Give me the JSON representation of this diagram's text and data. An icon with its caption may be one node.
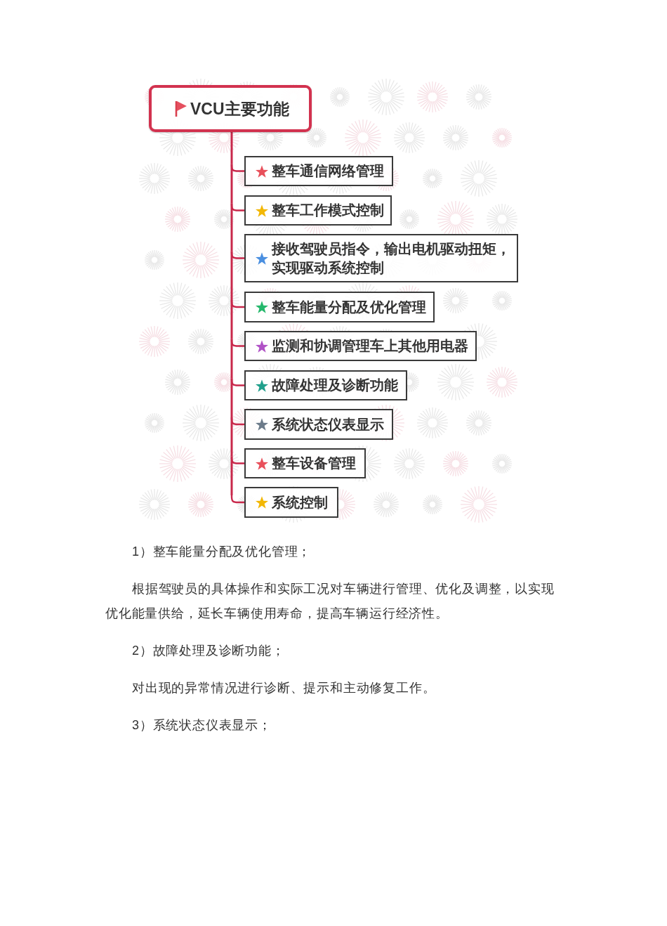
{
  "diagram": {
    "nodes": [
      {
        "text": [
          "VCU主要功能"
        ]
      },
      {
        "text": [
          "整车通信网络管理"
        ]
      },
      {
        "text": [
          "整车工作模式控制"
        ]
      },
      {
        "text": [
          "接收驾驶员指令，输出电机驱动扭矩，实现驱动系统控制"
        ]
      },
      {
        "text": [
          "整车能量分配及优化管理"
        ]
      },
      {
        "text": [
          "监测和协调管理车上其他用电器"
        ]
      },
      {
        "text": [
          "故障处理及诊断功能"
        ]
      },
      {
        "text": [
          "系统状态仪表显示"
        ]
      },
      {
        "text": [
          "整车设备管理"
        ]
      },
      {
        "text": [
          "系统控制"
        ]
      }
    ],
    "edges": [
      {
        "from": 0,
        "to": 1,
        "arrow": "none"
      },
      {
        "from": 0,
        "to": 2,
        "arrow": "none"
      },
      {
        "from": 0,
        "to": 3,
        "arrow": "none"
      },
      {
        "from": 0,
        "to": 4,
        "arrow": "none"
      },
      {
        "from": 0,
        "to": 5,
        "arrow": "none"
      },
      {
        "from": 0,
        "to": 6,
        "arrow": "none"
      },
      {
        "from": 0,
        "to": 7,
        "arrow": "none"
      },
      {
        "from": 0,
        "to": 8,
        "arrow": "none"
      },
      {
        "from": 0,
        "to": 9,
        "arrow": "none"
      }
    ],
    "labels": [
      "1）整车能量分配及优化管理；",
      "根据驾驶员的具体操作和实际工况对车辆进行管理、优化及调整，以实现优化能量供给，延长车辆使用寿命，提高车辆运行经济性。",
      "2）故障处理及诊断功能；",
      "对出现的异常情况进行诊断、提示和主动修复工作。",
      "3）系统状态仪表显示；"
    ]
  }
}
